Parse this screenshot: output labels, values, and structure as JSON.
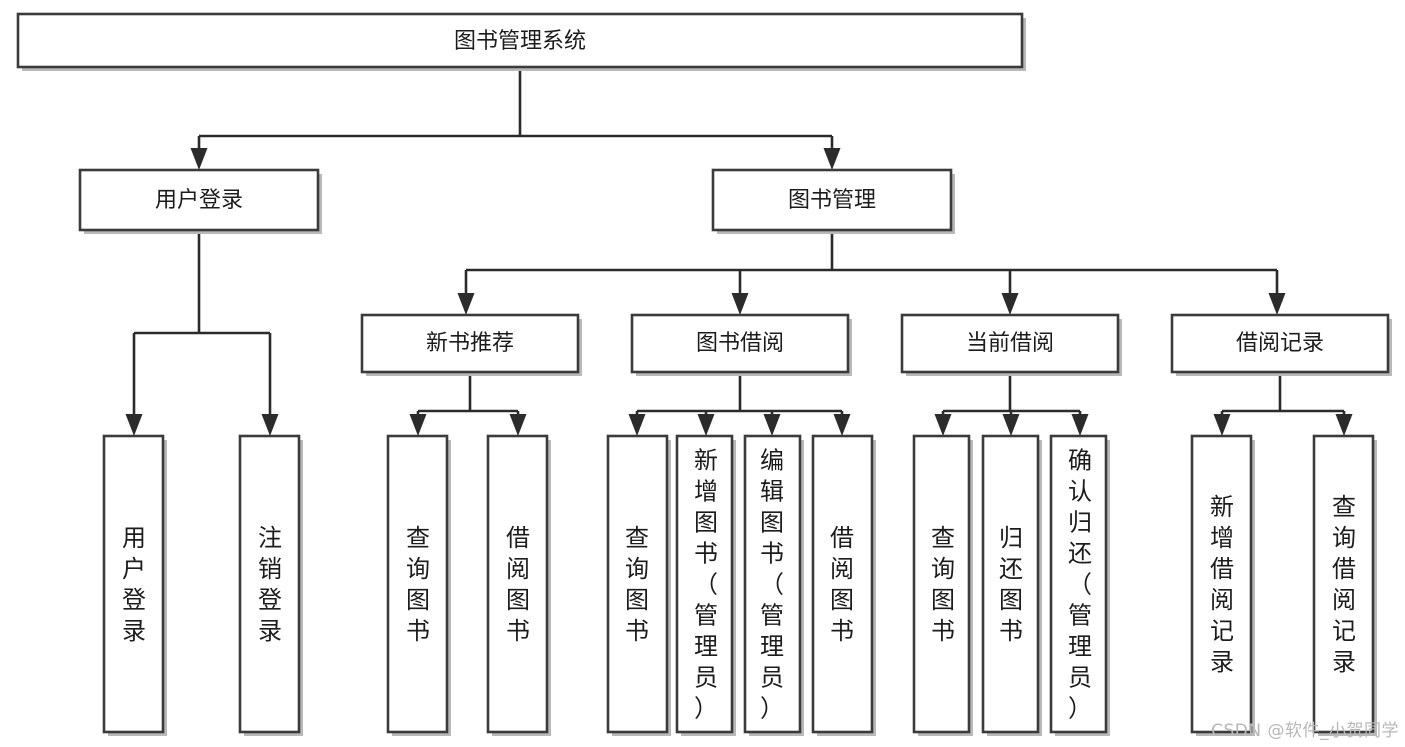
{
  "diagram": {
    "type": "tree-hierarchy",
    "title": "图书管理系统",
    "watermark": "CSDN @软件_小贺同学",
    "colors": {
      "box_fill": "#ffffff",
      "box_stroke": "#3b3b3b",
      "connector": "#2b2b2b",
      "text": "#1c1c1c",
      "watermark": "#b7b7b7"
    },
    "levels": {
      "root": {
        "label": "图书管理系统"
      },
      "level2": [
        {
          "id": "user-login",
          "label": "用户登录"
        },
        {
          "id": "book-manage",
          "label": "图书管理"
        }
      ],
      "level3": [
        {
          "id": "new-book-recommend",
          "label": "新书推荐",
          "parent": "book-manage"
        },
        {
          "id": "book-borrow",
          "label": "图书借阅",
          "parent": "book-manage"
        },
        {
          "id": "current-borrow",
          "label": "当前借阅",
          "parent": "book-manage"
        },
        {
          "id": "borrow-record",
          "label": "借阅记录",
          "parent": "book-manage"
        }
      ],
      "leaves": [
        {
          "id": "leaf-user-login",
          "label": "用户登录",
          "parent": "user-login"
        },
        {
          "id": "leaf-logout-login",
          "label": "注销登录",
          "parent": "user-login"
        },
        {
          "id": "leaf-query-book-1",
          "label": "查询图书",
          "parent": "new-book-recommend"
        },
        {
          "id": "leaf-borrow-book-1",
          "label": "借阅图书",
          "parent": "new-book-recommend"
        },
        {
          "id": "leaf-query-book-2",
          "label": "查询图书",
          "parent": "book-borrow"
        },
        {
          "id": "leaf-add-book",
          "label": "新增图书（管理员）",
          "parent": "book-borrow"
        },
        {
          "id": "leaf-edit-book",
          "label": "编辑图书（管理员）",
          "parent": "book-borrow"
        },
        {
          "id": "leaf-borrow-book-2",
          "label": "借阅图书",
          "parent": "book-borrow"
        },
        {
          "id": "leaf-query-book-3",
          "label": "查询图书",
          "parent": "current-borrow"
        },
        {
          "id": "leaf-return-book",
          "label": "归还图书",
          "parent": "current-borrow"
        },
        {
          "id": "leaf-confirm-return",
          "label": "确认归还（管理员）",
          "parent": "current-borrow"
        },
        {
          "id": "leaf-add-record",
          "label": "新增借阅记录",
          "parent": "borrow-record"
        },
        {
          "id": "leaf-query-record",
          "label": "查询借阅记录",
          "parent": "borrow-record"
        }
      ]
    }
  }
}
